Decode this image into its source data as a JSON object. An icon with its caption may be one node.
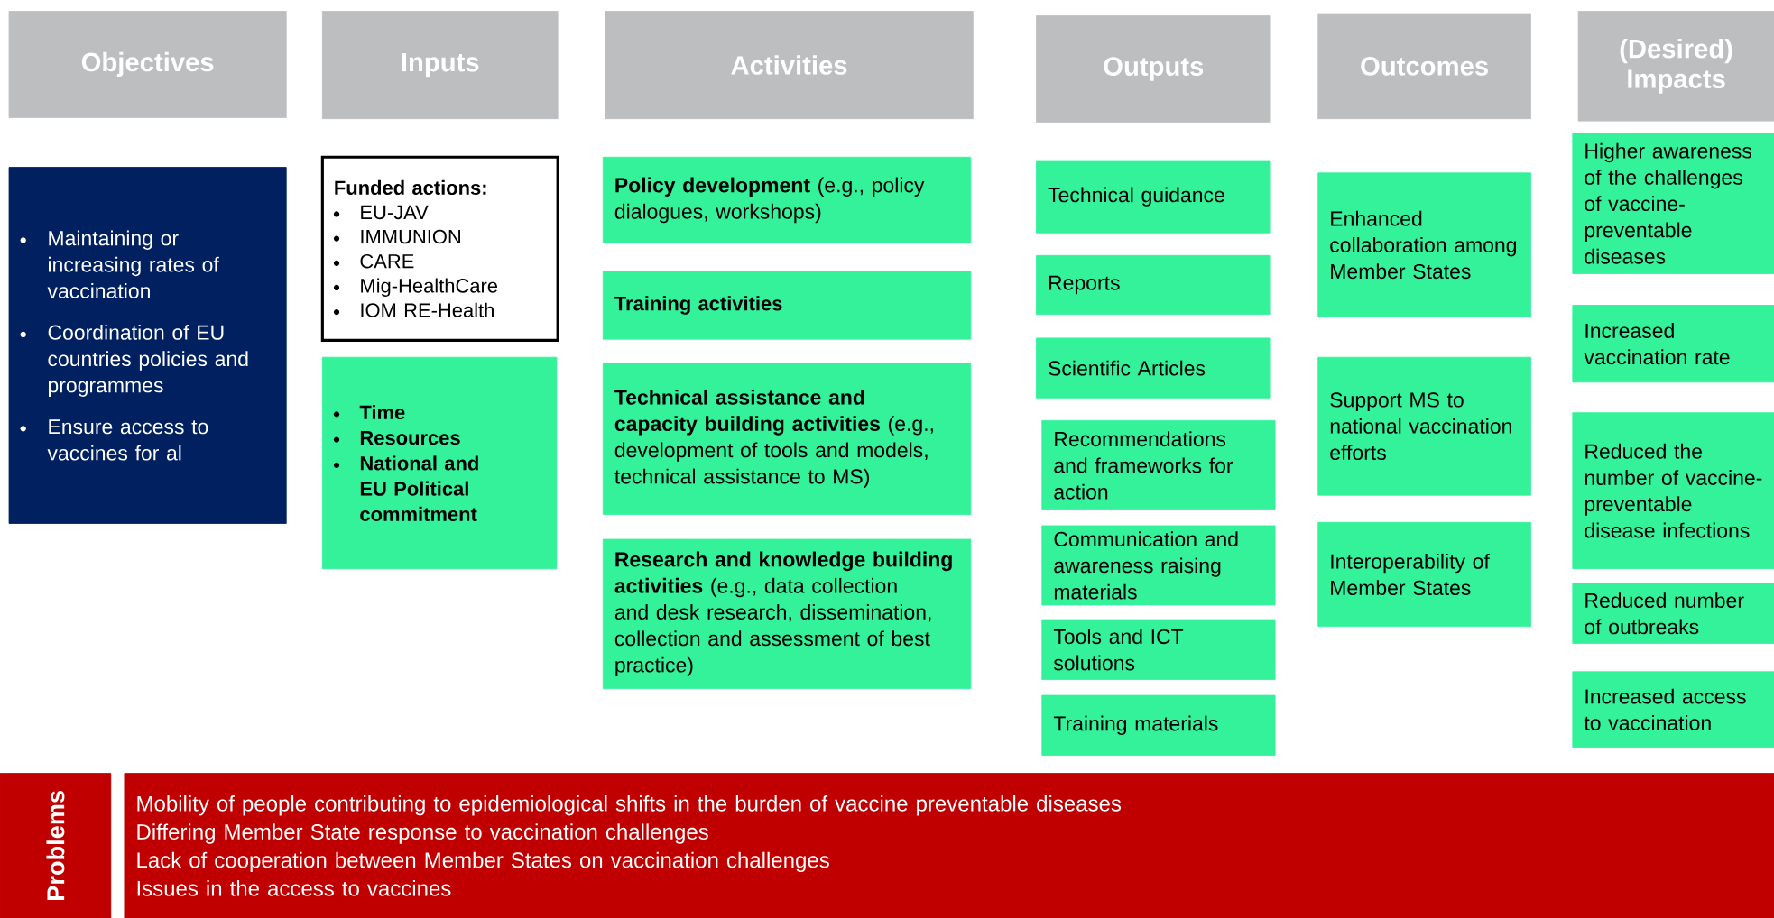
{
  "diagram": {
    "nodes": [
      {
        "text": [
          "Objectives"
        ]
      },
      {
        "text": [
          "Inputs"
        ]
      },
      {
        "text": [
          "Activities"
        ]
      },
      {
        "text": [
          "Outputs"
        ]
      },
      {
        "text": [
          "Outcomes"
        ]
      },
      {
        "text": [
          "(Desired) Impacts"
        ]
      },
      {
        "text": [
          "Maintaining or increasing rates of vaccination",
          "Coordination of EU countries policies and programmes",
          "Ensure access to vaccines for al"
        ]
      },
      {
        "text": [
          "Funded actions:",
          "EU-JAV",
          "IMMUNION",
          "CARE",
          "Mig-HealthCare",
          "IOM RE-Health"
        ]
      },
      {
        "text": [
          "Time",
          "Resources",
          "National and EU Political commitment"
        ]
      },
      {
        "text": [
          "**Policy development** (e.g., policy dialogues, workshops)"
        ]
      },
      {
        "text": [
          "Training activities"
        ]
      },
      {
        "text": [
          "**Technical assistance and capacity building activities** (e.g., development of tools and models, technical assistance to MS)"
        ]
      },
      {
        "text": [
          "**Research and knowledge building activities** (e.g., data collection and desk research, dissemination, collection and assessment of best practice)"
        ]
      },
      {
        "text": [
          "Technical guidance"
        ]
      },
      {
        "text": [
          "Reports"
        ]
      },
      {
        "text": [
          "Scientific Articles"
        ]
      },
      {
        "text": [
          "Recommendations and frameworks for action"
        ]
      },
      {
        "text": [
          "Communication and awareness raising materials"
        ]
      },
      {
        "text": [
          "Tools and ICT solutions"
        ]
      },
      {
        "text": [
          "Training materials"
        ]
      },
      {
        "text": [
          "Enhanced collaboration among Member States"
        ]
      },
      {
        "text": [
          "Support MS to national vaccination efforts"
        ]
      },
      {
        "text": [
          "Interoperability of Member States"
        ]
      },
      {
        "text": [
          "Higher awareness of  the challenges of vaccine-preventable diseases"
        ]
      },
      {
        "text": [
          "Increased vaccination rate"
        ]
      },
      {
        "text": [
          "Reduced the number of vaccine-preventable disease infections"
        ]
      },
      {
        "text": [
          "Reduced number of outbreaks"
        ]
      },
      {
        "text": [
          "Increased access to vaccination"
        ]
      },
      {
        "text": [
          "Problems"
        ]
      },
      {
        "text": [
          "Mobility of people contributing to epidemiological shifts in the burden of vaccine preventable diseases",
          "Differing Member State response to vaccination challenges",
          "Lack of cooperation between Member States on vaccination challenges",
          "Issues in the access to vaccines"
        ]
      }
    ]
  }
}
